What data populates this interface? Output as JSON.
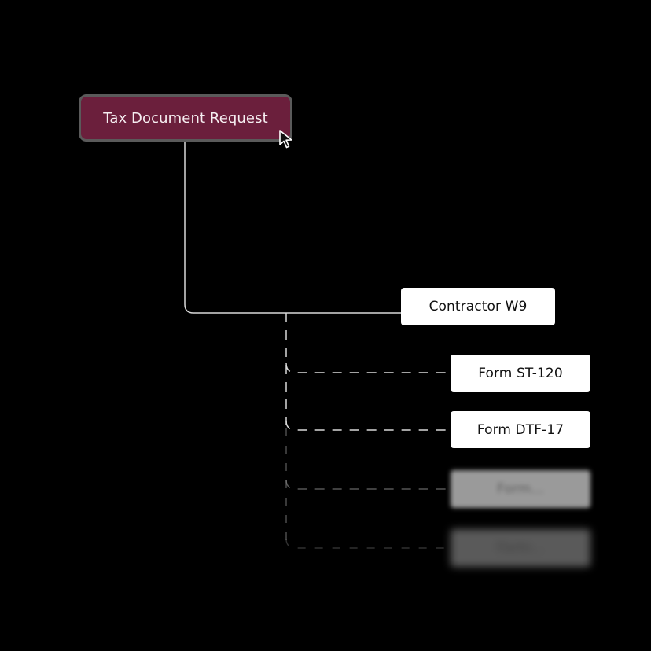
{
  "diagram": {
    "root": {
      "label": "Tax Document Request"
    },
    "children": [
      {
        "label": "Contractor W9"
      },
      {
        "label": "Form ST-120"
      },
      {
        "label": "Form DTF-17"
      },
      {
        "label": "Form..."
      },
      {
        "label": "Form..."
      }
    ]
  },
  "colors": {
    "background": "#000000",
    "root_fill": "#6b1f3c",
    "root_border": "#5a5a5a",
    "child_fill": "#ffffff",
    "connector": "#d9d9d9"
  },
  "icons": {
    "cursor": "pointer-cursor-icon"
  }
}
